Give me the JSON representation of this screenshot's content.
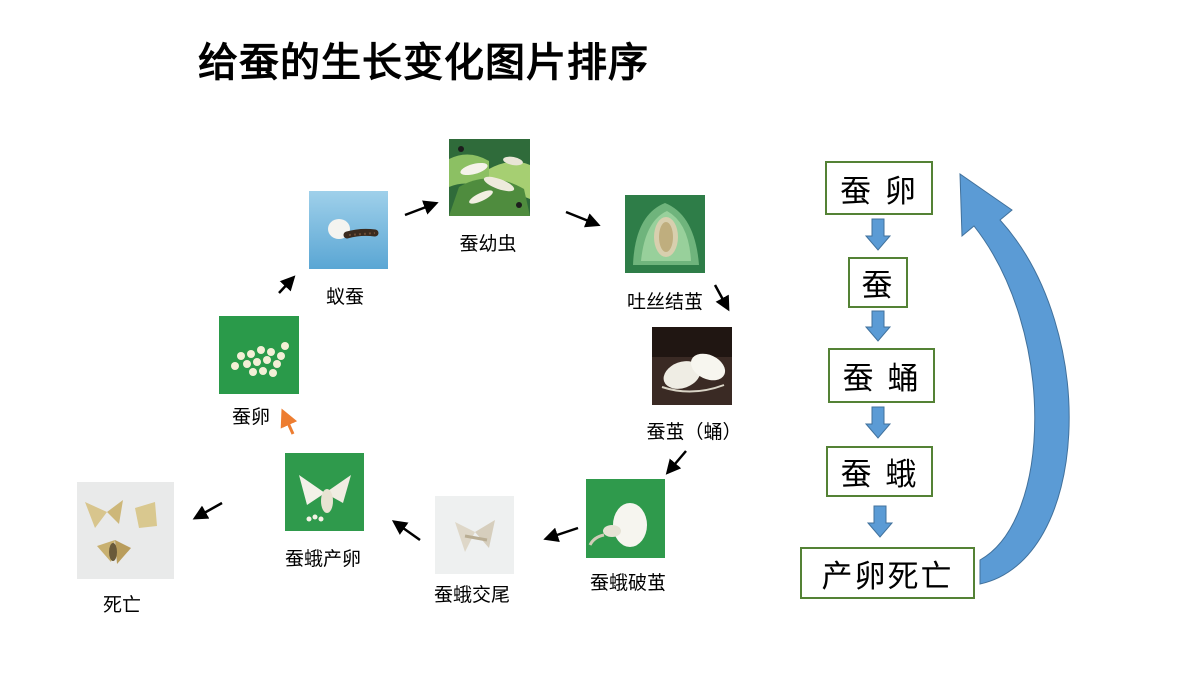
{
  "title": "给蚕的生长变化图片排序",
  "stages": [
    {
      "key": "ant",
      "caption": "蚁蚕",
      "photo": "ant-silkworm-photo"
    },
    {
      "key": "larva",
      "caption": "蚕幼虫",
      "photo": "silkworm-larva-photo"
    },
    {
      "key": "spin",
      "caption": "吐丝结茧",
      "photo": "spinning-cocoon-photo"
    },
    {
      "key": "cocoon",
      "caption": "蚕茧（蛹）",
      "photo": "cocoon-photo"
    },
    {
      "key": "emerge",
      "caption": "蚕蛾破茧",
      "photo": "moth-emerging-photo"
    },
    {
      "key": "mate",
      "caption": "蚕蛾交尾",
      "photo": "moth-mating-photo"
    },
    {
      "key": "lay",
      "caption": "蚕蛾产卵",
      "photo": "moth-laying-eggs-photo"
    },
    {
      "key": "egg",
      "caption": "蚕卵",
      "photo": "silkworm-eggs-photo"
    },
    {
      "key": "death",
      "caption": "死亡",
      "photo": "dead-moths-photo"
    }
  ],
  "flow": [
    "蚕 卵",
    "蚕",
    "蚕 蛹",
    "蚕 蛾",
    "产卵死亡"
  ],
  "colors": {
    "box_border": "#548235",
    "flow_arrow": "#5b9bd5",
    "cycle_arrow": "#000000",
    "highlight_arrow": "#ed7d31"
  }
}
